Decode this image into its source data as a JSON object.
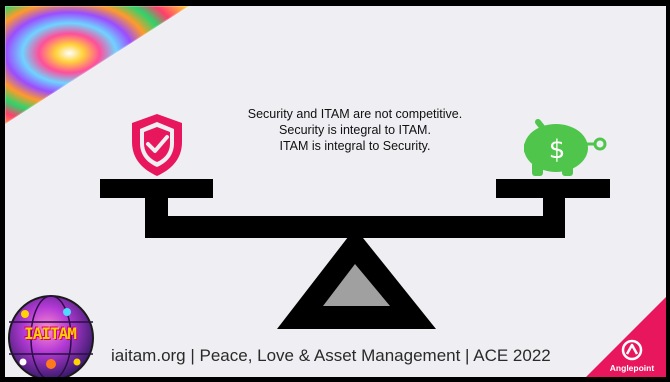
{
  "message": {
    "line1": "Security and ITAM are not competitive.",
    "line2": "Security is integral to ITAM.",
    "line3": "ITAM is integral to Security."
  },
  "footer": {
    "text": "iaitam.org | Peace, Love & Asset Management | ACE 2022"
  },
  "logo": {
    "globe_text": "IAITAM",
    "brand_name": "Anglepoint"
  },
  "icons": {
    "left": "shield-check-icon",
    "right": "piggy-bank-dollar-icon"
  },
  "colors": {
    "shield": "#e8175d",
    "piggy": "#4fc64b",
    "brand": "#e8175d",
    "fulcrum_fill": "#a0a0a0"
  }
}
